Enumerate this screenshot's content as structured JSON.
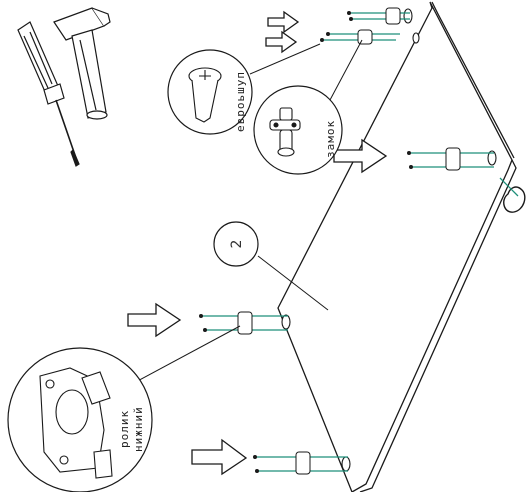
{
  "diagram": {
    "part_number": "2",
    "callouts": {
      "eurobolt": "евроьшуп",
      "lock": "замок",
      "roller_line1": "ролик",
      "roller_line2": "нижний"
    }
  },
  "colors": {
    "line": "#1a1a1a",
    "dowel": "#1f8f7a",
    "panel_fill": "#ffffff"
  },
  "icons": [
    "screwdriver-icon",
    "hammer-icon",
    "push-arrow-icon"
  ]
}
